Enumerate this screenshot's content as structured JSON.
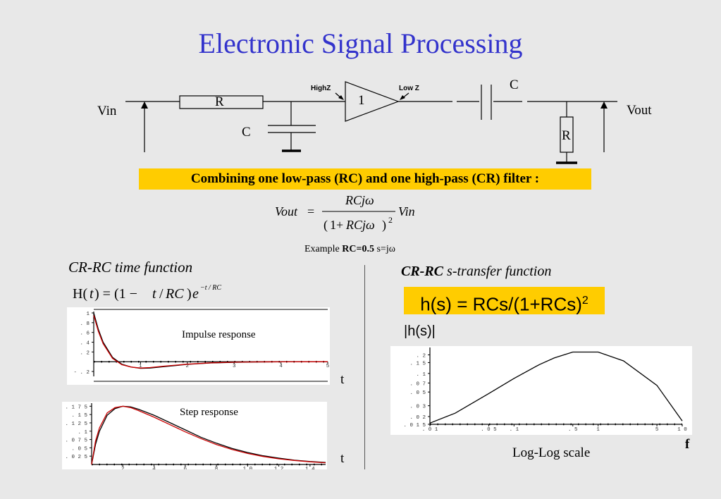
{
  "title": "Electronic Signal Processing",
  "circuit": {
    "vin": "Vin",
    "vout": "Vout",
    "r1": "R",
    "c1": "C",
    "highz": "HighZ",
    "lowz": "Low Z",
    "gain": "1",
    "c2": "C",
    "r2": "R"
  },
  "banner": "Combining one low-pass (RC) and one high-pass (CR) filter :",
  "example": {
    "prefix": "Example ",
    "rc": "RC=0.5",
    "s": " s=jω"
  },
  "left_title": "CR-RC time function",
  "right_title_bold": "CR-RC",
  "right_title_rest": " s-transfer function",
  "hs_formula": "h(s) = RCs/(1+RCs)",
  "hs_sup": "2",
  "hs_abs": "|h(s)|",
  "impulse_label": "Impulse response",
  "step_label": "Step response",
  "t_label": "t",
  "f_label": "f",
  "loglog_label": "Log-Log scale",
  "chart_data": [
    {
      "type": "line",
      "title": "Impulse response",
      "xlim": [
        0,
        5
      ],
      "ylim": [
        -0.3,
        1
      ],
      "x_ticks": [
        1,
        2,
        3,
        4,
        5
      ],
      "y_ticks": [
        -0.2,
        0.2,
        0.4,
        0.6,
        0.8,
        1
      ],
      "series": [
        {
          "color": "#000000",
          "x": [
            0,
            0.1,
            0.2,
            0.4,
            0.6,
            0.8,
            1.0,
            1.2,
            1.5,
            2,
            2.5,
            3,
            3.5,
            4,
            4.5,
            5
          ],
          "values": [
            1,
            0.66,
            0.4,
            0.09,
            -0.05,
            -0.11,
            -0.135,
            -0.13,
            -0.1,
            -0.055,
            -0.025,
            -0.012,
            -0.005,
            -0.002,
            -0.001,
            0
          ]
        },
        {
          "color": "#cc0000",
          "x": [
            0,
            0.1,
            0.2,
            0.4,
            0.6,
            0.8,
            1.0,
            1.2,
            1.5,
            2,
            2.5,
            3,
            3.5,
            4,
            4.5,
            5
          ],
          "values": [
            0.95,
            0.62,
            0.37,
            0.07,
            -0.06,
            -0.11,
            -0.13,
            -0.12,
            -0.09,
            -0.05,
            -0.022,
            -0.01,
            -0.004,
            -0.002,
            -0.001,
            0
          ]
        }
      ]
    },
    {
      "type": "line",
      "title": "Step response",
      "xlim": [
        0,
        15
      ],
      "ylim": [
        0,
        0.18
      ],
      "x_ticks": [
        2,
        4,
        6,
        8,
        10,
        12,
        14
      ],
      "y_ticks": [
        0.025,
        0.05,
        0.075,
        0.1,
        0.125,
        0.15,
        0.175
      ],
      "series": [
        {
          "color": "#000000",
          "x": [
            0,
            0.25,
            0.5,
            1,
            1.5,
            2,
            2.5,
            3,
            4,
            5,
            6,
            7,
            8,
            9,
            10,
            11,
            12,
            13,
            14,
            15
          ],
          "values": [
            0,
            0.06,
            0.1,
            0.148,
            0.168,
            0.175,
            0.173,
            0.166,
            0.148,
            0.126,
            0.104,
            0.082,
            0.064,
            0.048,
            0.036,
            0.026,
            0.019,
            0.013,
            0.009,
            0.006
          ]
        },
        {
          "color": "#cc0000",
          "x": [
            0,
            0.25,
            0.5,
            1,
            1.5,
            2,
            2.5,
            3,
            4,
            5,
            6,
            7,
            8,
            9,
            10,
            11,
            12,
            13,
            14,
            15
          ],
          "values": [
            0,
            0.07,
            0.11,
            0.155,
            0.171,
            0.175,
            0.171,
            0.162,
            0.142,
            0.12,
            0.098,
            0.078,
            0.06,
            0.045,
            0.033,
            0.024,
            0.017,
            0.012,
            0.008,
            0.005
          ]
        }
      ]
    },
    {
      "type": "line",
      "title": "",
      "xscale": "log",
      "yscale": "log",
      "xlim": [
        0.01,
        10
      ],
      "ylim": [
        0.015,
        0.25
      ],
      "x_ticks": [
        0.01,
        0.05,
        0.1,
        0.5,
        1,
        5,
        10
      ],
      "y_ticks": [
        0.015,
        0.02,
        0.03,
        0.05,
        0.07,
        0.1,
        0.15,
        0.2
      ],
      "series": [
        {
          "color": "#000000",
          "x": [
            0.01,
            0.02,
            0.05,
            0.1,
            0.2,
            0.3,
            0.5,
            1,
            2,
            5,
            10
          ],
          "values": [
            0.0157,
            0.0227,
            0.0472,
            0.083,
            0.139,
            0.178,
            0.222,
            0.222,
            0.16,
            0.064,
            0.017
          ]
        }
      ]
    }
  ]
}
